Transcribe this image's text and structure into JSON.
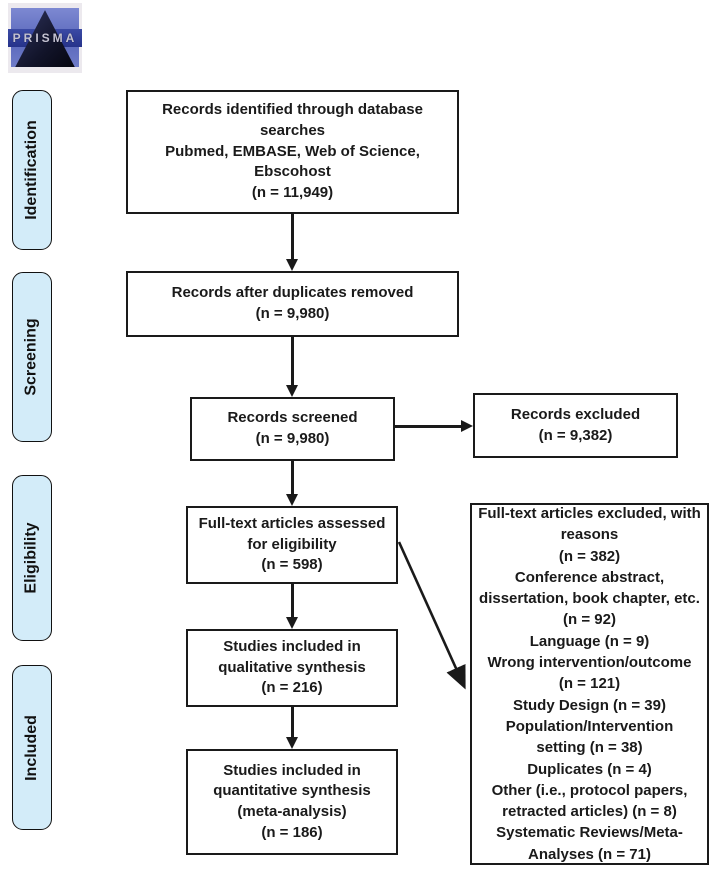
{
  "logo": {
    "text": "PRISMA"
  },
  "stages": [
    {
      "label": "Identification"
    },
    {
      "label": "Screening"
    },
    {
      "label": "Eligibility"
    },
    {
      "label": "Included"
    }
  ],
  "boxes": {
    "identified": {
      "text": "Records identified through database\nsearches\nPubmed, EMBASE, Web of Science,\nEbscohost\n(n = 11,949)"
    },
    "duplicates_removed": {
      "text": "Records after duplicates removed\n(n = 9,980)"
    },
    "screened": {
      "text": "Records screened\n(n = 9,980)"
    },
    "records_excluded": {
      "text": "Records excluded\n(n = 9,382)"
    },
    "fulltext_assessed": {
      "text": "Full-text articles assessed\nfor eligibility\n(n = 598)"
    },
    "qualitative": {
      "text": "Studies included in\nqualitative synthesis\n(n = 216)"
    },
    "quantitative": {
      "text": "Studies included in\nquantitative synthesis\n(meta-analysis)\n(n = 186)"
    },
    "fulltext_excluded_reasons": {
      "text": "Full-text articles excluded, with\nreasons\n(n = 382)\nConference abstract,\ndissertation, book chapter, etc.\n(n = 92)\nLanguage (n = 9)\nWrong intervention/outcome\n(n = 121)\nStudy Design (n = 39)\nPopulation/Intervention\nsetting (n = 38)\nDuplicates (n = 4)\nOther (i.e., protocol papers,\nretracted articles) (n = 8)\nSystematic Reviews/Meta-\nAnalyses (n = 71)"
    }
  },
  "colors": {
    "stage_fill": "#d3ecf9",
    "box_border": "#1a1a1a",
    "arrow": "#1a1a1a",
    "logo_blue": "#5a68bb",
    "logo_band": "#26338b"
  }
}
